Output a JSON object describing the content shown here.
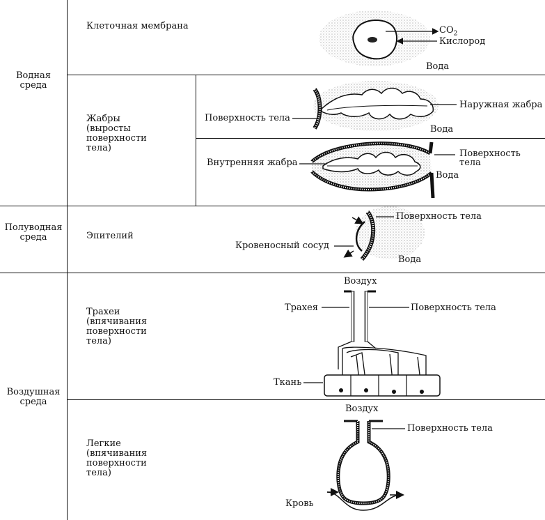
{
  "environments": {
    "water": "Водная среда",
    "semi_aquatic": "Полуводная среда",
    "air": "Воздушная среда"
  },
  "organs": {
    "cell_membrane": "Клеточная мембрана",
    "gills_line1": "Жабры",
    "gills_line2": "(выросты",
    "gills_line3": "поверхности",
    "gills_line4": "тела)",
    "epithelium": "Эпителий",
    "trachea_line1": "Трахеи",
    "trachea_line2": "(впячивания",
    "trachea_line3": "поверхности",
    "trachea_line4": "тела)",
    "lungs_line1": "Легкие",
    "lungs_line2": "(впячивания",
    "lungs_line3": "поверхности",
    "lungs_line4": "тела)"
  },
  "labels": {
    "co2": "CO",
    "co2_sub": "2",
    "oxygen": "Кислород",
    "water": "Вода",
    "body_surface": "Поверхность тела",
    "body_surface_l1": "Поверхность",
    "body_surface_l2": "тела",
    "external_gill": "Наружная жабра",
    "internal_gill": "Внутренняя жабра",
    "blood_vessel": "Кровеносный сосуд",
    "air": "Воздух",
    "trachea": "Трахея",
    "tissue": "Ткань",
    "blood": "Кровь"
  }
}
